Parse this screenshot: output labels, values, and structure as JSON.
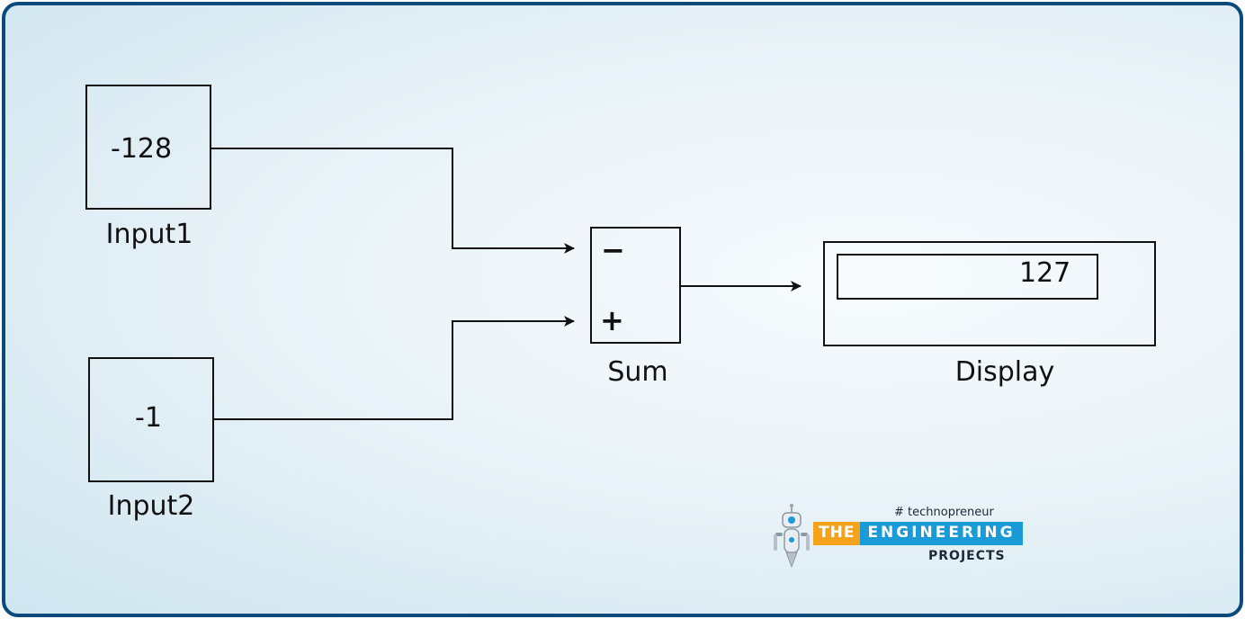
{
  "diagram": {
    "input1": {
      "value": "-128",
      "label": "Input1"
    },
    "input2": {
      "value": "-1",
      "label": "Input2"
    },
    "sum": {
      "label": "Sum",
      "sign_top": "−",
      "sign_bottom": "+"
    },
    "display": {
      "value": "127",
      "label": "Display"
    }
  },
  "logo": {
    "tagline": "# technopreneur",
    "word_the": "THE",
    "word_engineering": "ENGINEERING",
    "word_projects": "PROJECTS",
    "icon": "robot-icon"
  },
  "colors": {
    "frame_border": "#0b4a7a",
    "logo_orange": "#f4a31b",
    "logo_blue": "#1a9ad6"
  }
}
